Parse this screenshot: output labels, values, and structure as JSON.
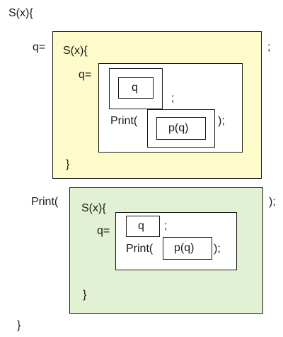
{
  "diagram": {
    "top_open": "S(x){",
    "bottom_close": "}",
    "yellow_block": {
      "assign_label": "q=",
      "trailing_semicolon": ";",
      "inner_open": "S(x){",
      "inner_close": "}",
      "white_panel": {
        "assign_label": "q=",
        "q_box_text": "q",
        "semicolon": ";",
        "print_label": "Print(",
        "pq_box_text": "p(q)",
        "print_close": ");"
      }
    },
    "green_block": {
      "print_label": "Print(",
      "trailing_close": ");",
      "inner_open": "S(x){",
      "inner_close": "}",
      "white_panel": {
        "assign_label": "q=",
        "q_box_text": "q",
        "semicolon": ";",
        "print_label": "Print(",
        "pq_box_text": "p(q)",
        "print_close": ");"
      }
    },
    "colors": {
      "yellow_fill": "#fdfbc9",
      "green_fill": "#e2f0d3",
      "stroke": "#1a1a1a"
    }
  }
}
